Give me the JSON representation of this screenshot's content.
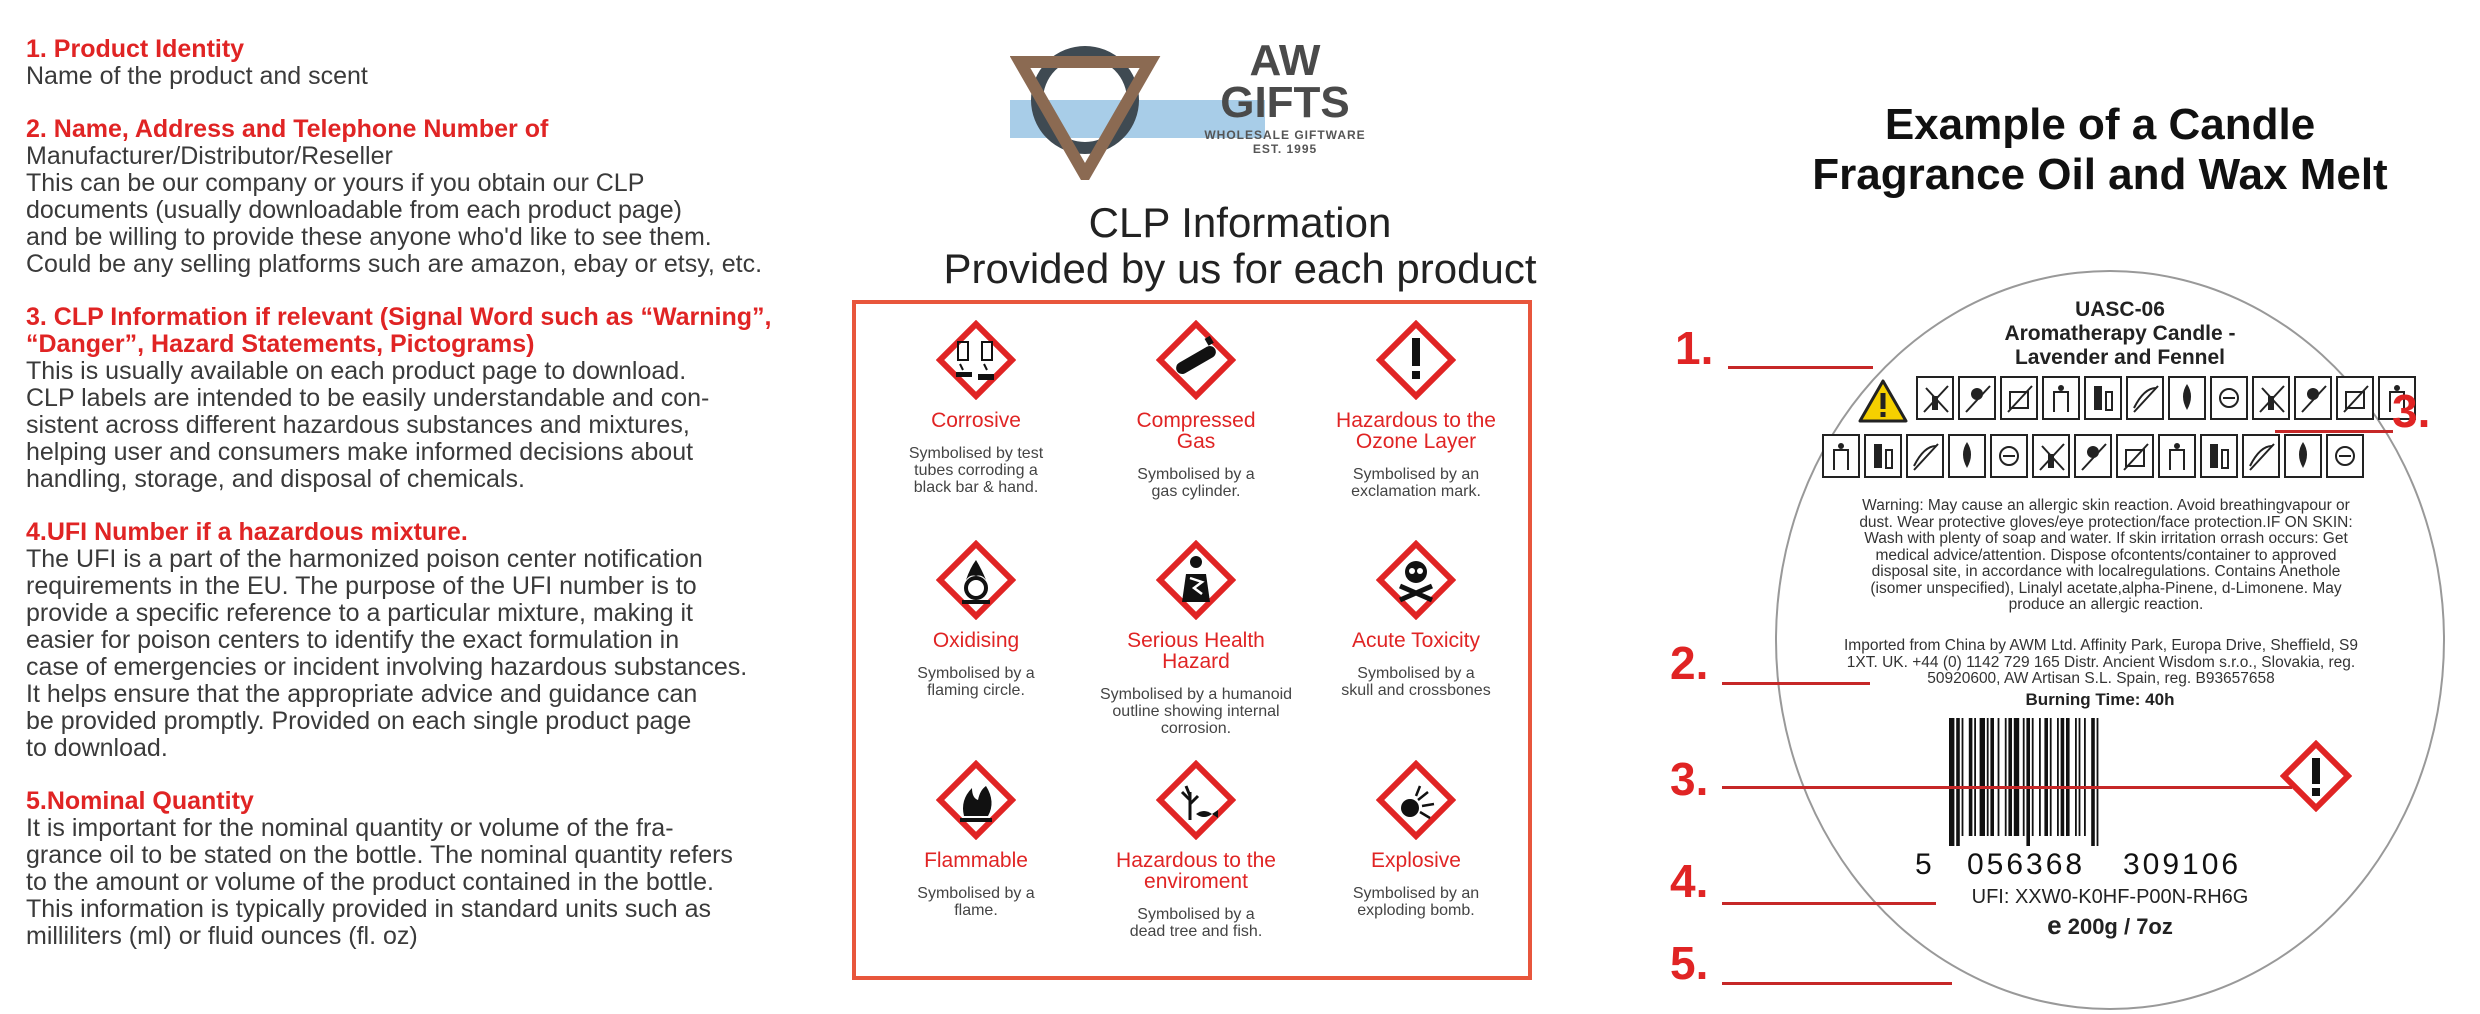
{
  "left": {
    "sections": [
      {
        "title": [
          "1. Product Identity"
        ],
        "body": [
          "Name of the product and scent"
        ]
      },
      {
        "title": [
          "2. Name, Address and Telephone Number of"
        ],
        "body": [
          "Manufacturer/Distributor/Reseller",
          "This can be our company or yours if you obtain our CLP",
          "documents (usually downloadable from each product page)",
          "and be willing to provide these anyone who'd like to see them.",
          "Could be any selling platforms such are amazon, ebay or etsy, etc."
        ]
      },
      {
        "title": [
          "3. CLP Information if relevant (Signal Word such as “Warning”,",
          "“Danger”, Hazard Statements, Pictograms)"
        ],
        "body": [
          "This is usually available on each product page to download.",
          "CLP labels are intended to be easily understandable and con-",
          "sistent across different hazardous substances and mixtures,",
          "helping user and consumers make informed decisions about",
          "handling, storage, and disposal of chemicals."
        ]
      },
      {
        "title": [
          "4.UFI Number if a hazardous mixture."
        ],
        "body": [
          "The UFI is a part of the harmonized poison center notification",
          "requirements in the EU. The purpose of the UFI number is to",
          "provide a specific reference to a particular mixture, making it",
          "easier for poison centers to identify the exact formulation in",
          "case of emergencies or incident involving hazardous substances.",
          "It helps ensure that the appropriate advice and guidance can",
          "be provided promptly. Provided on each single product page",
          "to download."
        ]
      },
      {
        "title": [
          "5.Nominal Quantity"
        ],
        "body": [
          "It is important for the nominal quantity or volume of the fra-",
          "grance oil to be stated on the bottle. The nominal quantity refers",
          "to the amount or volume of the product contained in the bottle.",
          "This information is typically provided in standard units such as",
          "milliliters (ml) or fluid ounces (fl. oz)"
        ]
      }
    ]
  },
  "logo": {
    "line1": "AW",
    "line2": "GIFTS",
    "tagline": "WHOLESALE GIFTWARE",
    "est": "EST. 1995"
  },
  "clp_heading": [
    "CLP Information",
    "Provided by us for each product"
  ],
  "hazards": [
    {
      "icon": "corrosive-icon",
      "name": [
        "Corrosive"
      ],
      "desc": [
        "Symbolised by test",
        "tubes corroding a",
        "black bar & hand."
      ]
    },
    {
      "icon": "gas-cylinder-icon",
      "name": [
        "Compressed",
        "Gas"
      ],
      "desc": [
        "Symbolised by a",
        "gas cylinder."
      ]
    },
    {
      "icon": "exclamation-icon",
      "name": [
        "Hazardous to the",
        "Ozone Layer"
      ],
      "desc": [
        "Symbolised by an",
        "exclamation mark."
      ]
    },
    {
      "icon": "flame-over-circle-icon",
      "name": [
        "Oxidising"
      ],
      "desc": [
        "Symbolised by a",
        "flaming circle."
      ]
    },
    {
      "icon": "health-hazard-icon",
      "name": [
        "Serious Health",
        "Hazard"
      ],
      "desc": [
        "Symbolised by a humanoid",
        "outline showing internal",
        "corrosion."
      ]
    },
    {
      "icon": "skull-crossbones-icon",
      "name": [
        "Acute Toxicity"
      ],
      "desc": [
        "Symbolised by a",
        "skull and crossbones"
      ]
    },
    {
      "icon": "flame-icon",
      "name": [
        "Flammable"
      ],
      "desc": [
        "Symbolised by a",
        "flame."
      ]
    },
    {
      "icon": "environment-icon",
      "name": [
        "Hazardous to the",
        "enviroment"
      ],
      "desc": [
        "Symbolised by a",
        "dead tree and fish."
      ]
    },
    {
      "icon": "exploding-bomb-icon",
      "name": [
        "Explosive"
      ],
      "desc": [
        "Symbolised by an",
        "exploding bomb."
      ]
    }
  ],
  "example_heading": [
    "Example of a Candle",
    "Fragrance Oil and Wax Melt"
  ],
  "label": {
    "code": "UASC-06",
    "name": [
      "Aromatherapy Candle -",
      "Lavender and Fennel"
    ],
    "warning": [
      "Warning:  May cause an allergic skin reaction.  Avoid breathingvapour or",
      "dust.  Wear protective gloves/eye protection/face protection.IF ON SKIN:",
      "Wash with plenty of soap and water.  If skin irritation orrash occurs: Get",
      "medical advice/attention.  Dispose ofcontents/container to approved",
      "disposal site, in accordance with localregulations.  Contains Anethole",
      "(isomer unspecified), Linalyl acetate,alpha-Pinene, d-Limonene. May",
      "produce an allergic reaction."
    ],
    "import": [
      "Imported from China by AWM Ltd. Affinity Park, Europa Drive, Sheffield, S9",
      "1XT. UK. +44 (0) 1142 729 165  Distr. Ancient Wisdom s.r.o., Slovakia, reg.",
      "50920600, AW Artisan S.L. Spain, reg. B93657658"
    ],
    "burning_time": "Burning Time: 40h",
    "barcode_digits": [
      "5",
      "056368",
      "309106"
    ],
    "ufi": "UFI: XXW0-K0HF-P00N-RH6G",
    "qty_symbol": "e",
    "qty": "200g / 7oz"
  },
  "callouts": [
    "1.",
    "2.",
    "3.",
    "3.",
    "4.",
    "5."
  ],
  "colors": {
    "accent_red": "#e02424",
    "box_border": "#e8563c",
    "logo_brown": "#8b6a52",
    "logo_blue": "#a8cde8"
  }
}
